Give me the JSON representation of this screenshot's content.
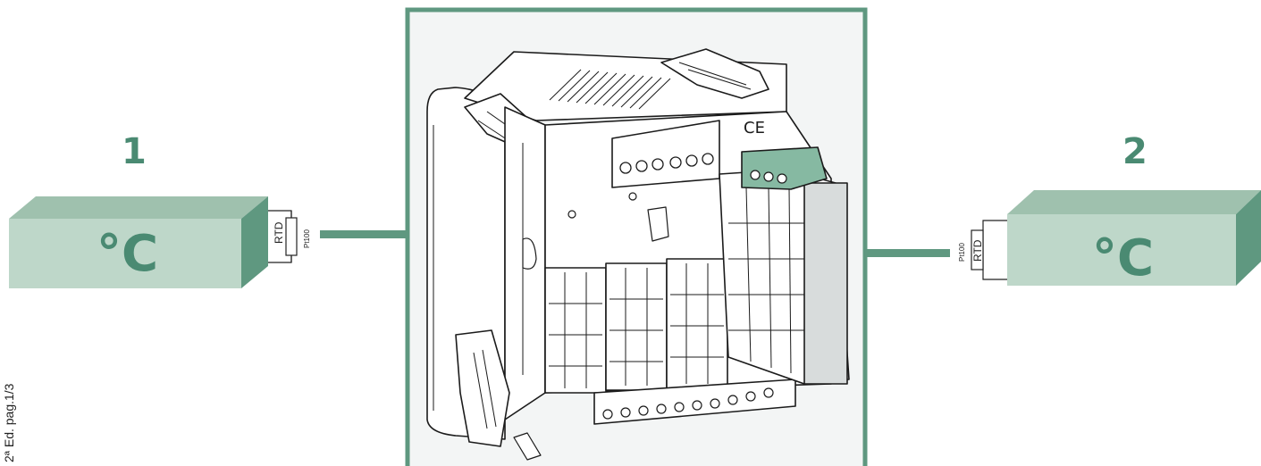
{
  "channel_1": {
    "number": "1",
    "unit": "°C",
    "sensor_label": "RTD",
    "sensor_type": "Pt100"
  },
  "channel_2": {
    "number": "2",
    "unit": "°C",
    "sensor_label": "RTD",
    "sensor_type": "Pt100"
  },
  "device": {
    "ce_mark": "CE"
  },
  "footer": {
    "text": "2ª Ed.  pag.1/3"
  },
  "colors": {
    "accent": "#5f9880",
    "box_front": "#bed7c9",
    "box_top": "#9fc1ae",
    "box_side": "#5f9880",
    "connector": "#86b9a2"
  }
}
